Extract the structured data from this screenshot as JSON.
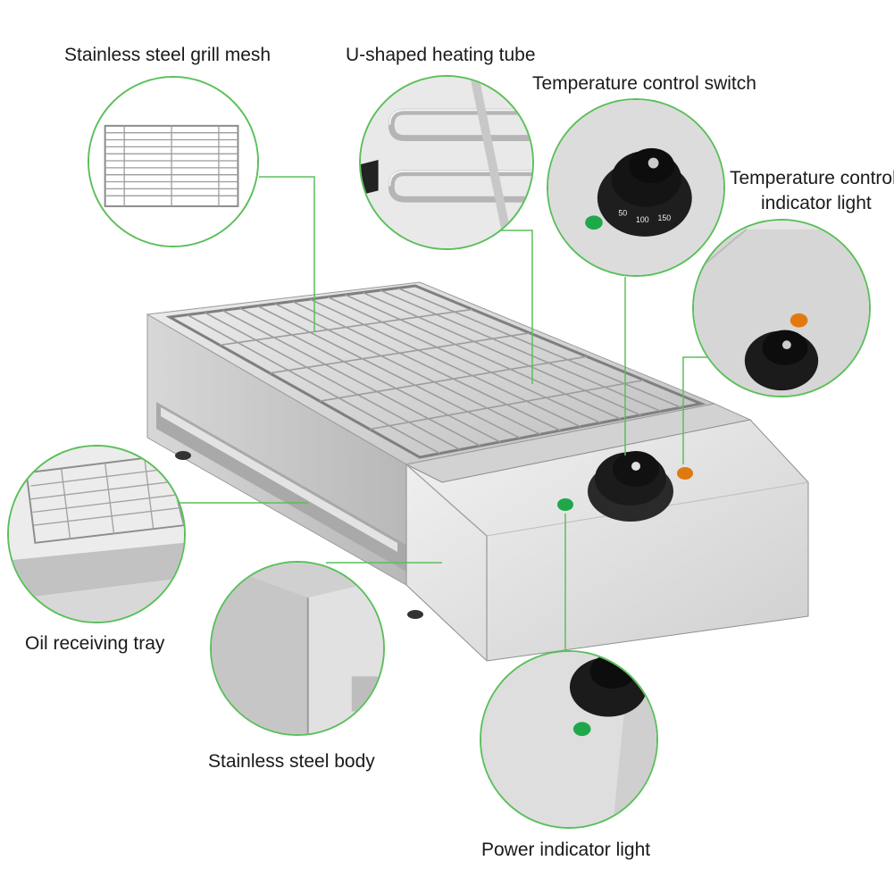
{
  "callouts": {
    "grill_mesh": "Stainless steel grill mesh",
    "heating_tube": "U-shaped heating tube",
    "temp_switch": "Temperature control switch",
    "indicator_light_line1": "Temperature control",
    "indicator_light_line2": "indicator light",
    "oil_tray": "Oil receiving tray",
    "steel_body": "Stainless steel body",
    "power_light": "Power indicator light"
  },
  "colors": {
    "leader_line": "#5bbf5a",
    "power_light": "#1fa84a",
    "temp_light": "#e07a10",
    "knob": "#1b1b1b",
    "steel": "#d8d8d8"
  },
  "icons": [
    "grill-mesh-icon",
    "heating-tube-icon",
    "temperature-knob-icon",
    "indicator-light-icon",
    "oil-tray-icon",
    "steel-body-icon",
    "power-light-icon"
  ]
}
